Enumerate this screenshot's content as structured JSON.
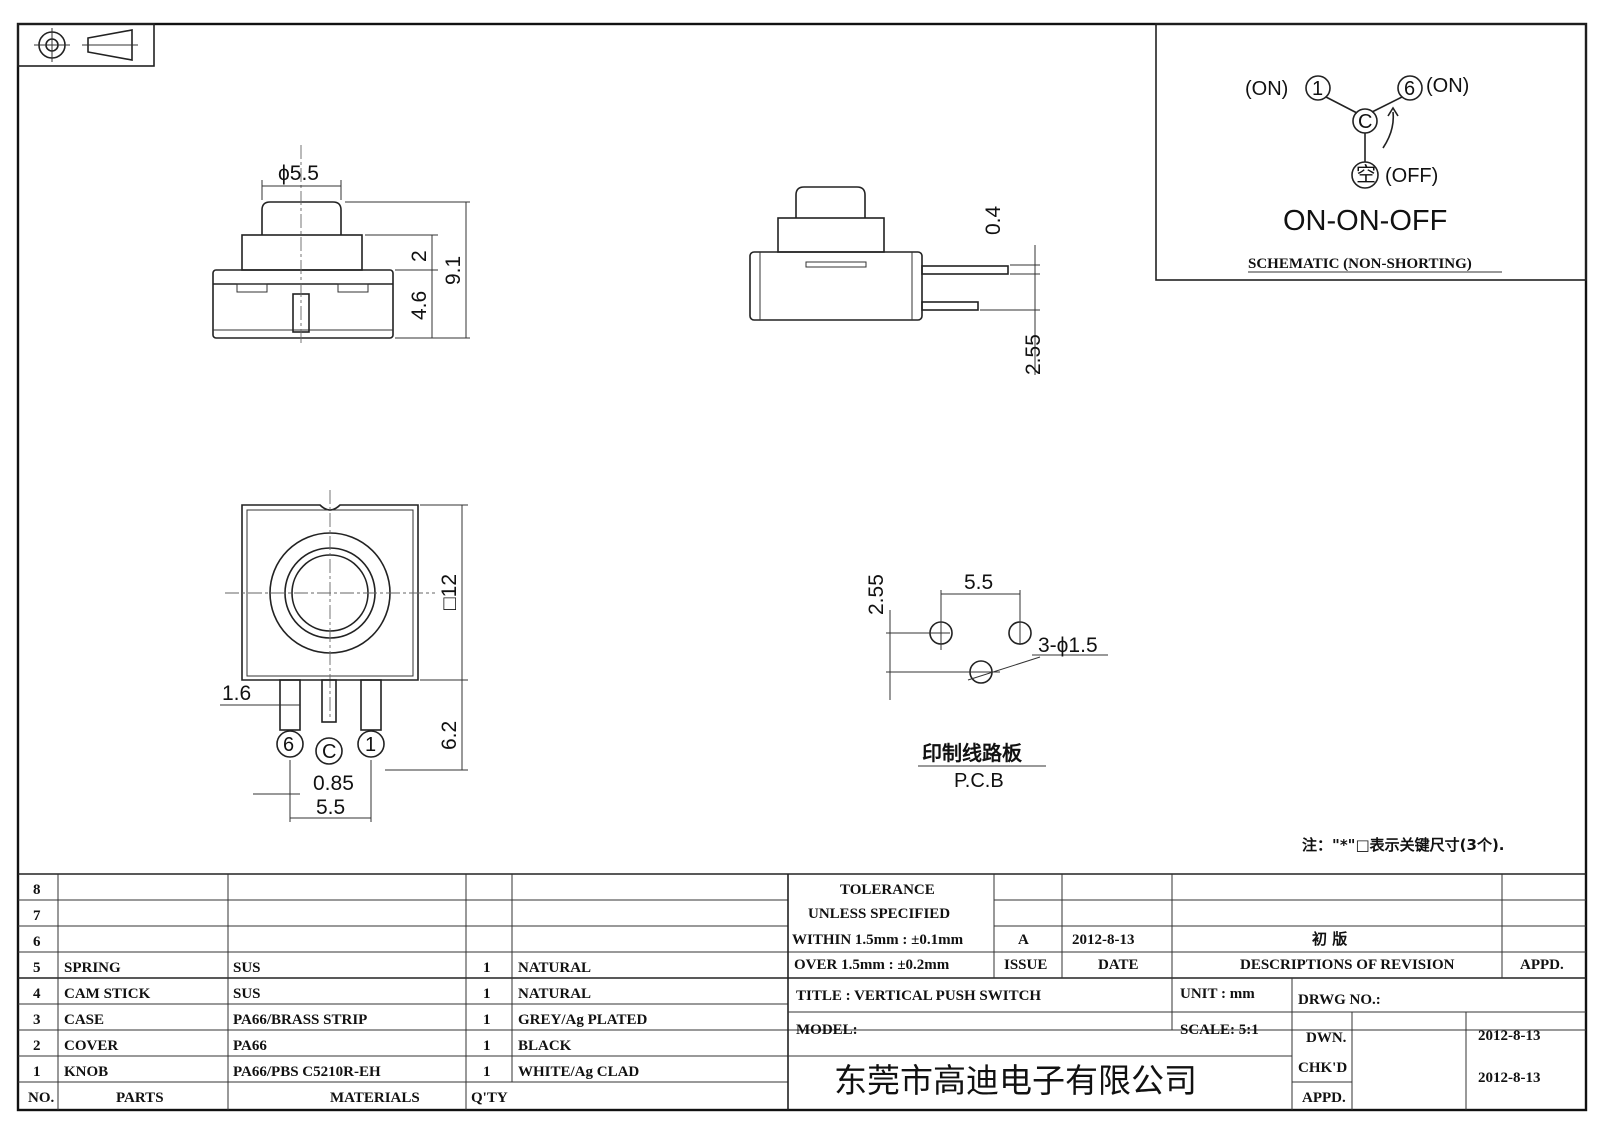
{
  "projection_symbol": "first-angle-projection-icon",
  "front_view": {
    "dia": "ϕ5.5",
    "d2": "2",
    "d46": "4.6",
    "d91": "9.1"
  },
  "side_view": {
    "d04": "0.4",
    "d255": "2.55"
  },
  "bottom_view": {
    "sq12": "□12",
    "d16": "1.6",
    "d62": "6.2",
    "d085": "0.85",
    "d55": "5.5",
    "pin_left": "6",
    "pin_mid": "C",
    "pin_right": "1"
  },
  "pcb": {
    "d255": "2.55",
    "d55": "5.5",
    "holes": "3-ϕ1.5",
    "label_cn": "印制线路板",
    "label_en": "P.C.B"
  },
  "schematic": {
    "on1": "(ON)",
    "t1": "1",
    "t6": "6",
    "on6": "(ON)",
    "tc": "C",
    "tk": "空",
    "off": "(OFF)",
    "mode": "ON-ON-OFF",
    "caption": "SCHEMATIC (NON-SHORTING)"
  },
  "note": "注：\"*\"□表示关键尺寸(3个).",
  "parts": [
    {
      "no": "8",
      "part": "",
      "material": "",
      "qty": "",
      "finish": ""
    },
    {
      "no": "7",
      "part": "",
      "material": "",
      "qty": "",
      "finish": ""
    },
    {
      "no": "6",
      "part": "",
      "material": "",
      "qty": "",
      "finish": ""
    },
    {
      "no": "5",
      "part": "SPRING",
      "material": "SUS",
      "qty": "1",
      "finish": "NATURAL"
    },
    {
      "no": "4",
      "part": "CAM STICK",
      "material": "SUS",
      "qty": "1",
      "finish": "NATURAL"
    },
    {
      "no": "3",
      "part": "CASE",
      "material": "PA66/BRASS STRIP",
      "qty": "1",
      "finish": "GREY/Ag PLATED"
    },
    {
      "no": "2",
      "part": "COVER",
      "material": "PA66",
      "qty": "1",
      "finish": "BLACK"
    },
    {
      "no": "1",
      "part": "KNOB",
      "material": "PA66/PBS C5210R-EH",
      "qty": "1",
      "finish": "WHITE/Ag CLAD"
    }
  ],
  "headers": {
    "no": "NO.",
    "parts": "PARTS",
    "materials": "MATERIALS",
    "qty": "Q'TY"
  },
  "tolerance": {
    "l1": "TOLERANCE",
    "l2": "UNLESS  SPECIFIED",
    "l3": "WITHIN 1.5mm : ±0.1mm",
    "l4": "OVER 1.5mm : ±0.2mm"
  },
  "revision": {
    "issue_val": "A",
    "date_val": "2012-8-13",
    "desc_val": "初  版",
    "issue": "ISSUE",
    "date": "DATE",
    "desc": "DESCRIPTIONS OF REVISION",
    "appd": "APPD."
  },
  "title_block": {
    "title": "TITLE :  VERTICAL PUSH SWITCH",
    "unit": "UNIT :  mm",
    "drwg": "DRWG NO.:",
    "model": "MODEL:",
    "scale": "SCALE:  5:1",
    "dwn": "DWN.",
    "dwn_date": "2012-8-13",
    "chkd": "CHK'D",
    "chkd_date": "2012-8-13",
    "appd": "APPD.",
    "company": "东莞市高迪电子有限公司"
  }
}
